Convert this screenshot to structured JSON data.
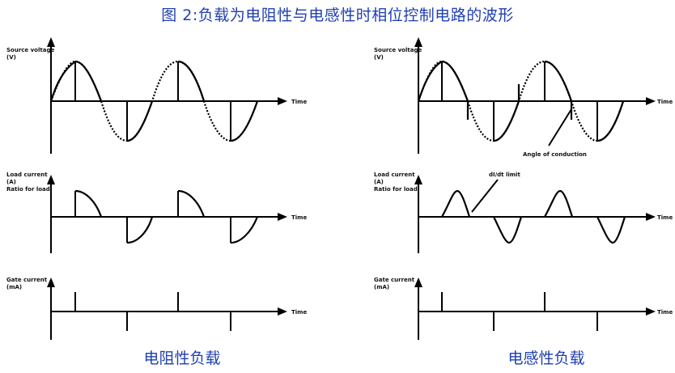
{
  "title": "图 2:负载为电阻性与电感性时相位控制电路的波形",
  "left_label": "电阻性负载",
  "right_label": "电感性负载",
  "axis_labels": {
    "time": "Time",
    "left": {
      "voltage": "Source voltage\n(V)",
      "load": "Load current\n(A)\nRatio for load",
      "gate": "Gate current\n(mA)"
    },
    "right": {
      "voltage": "Source voltage\n(V)",
      "load": "Load current\n(A)\nRatio for load",
      "gate": "Gate current\n(mA)",
      "annotation_top": "Angle of conduction",
      "annotation_mid": "dI/dt limit"
    }
  }
}
